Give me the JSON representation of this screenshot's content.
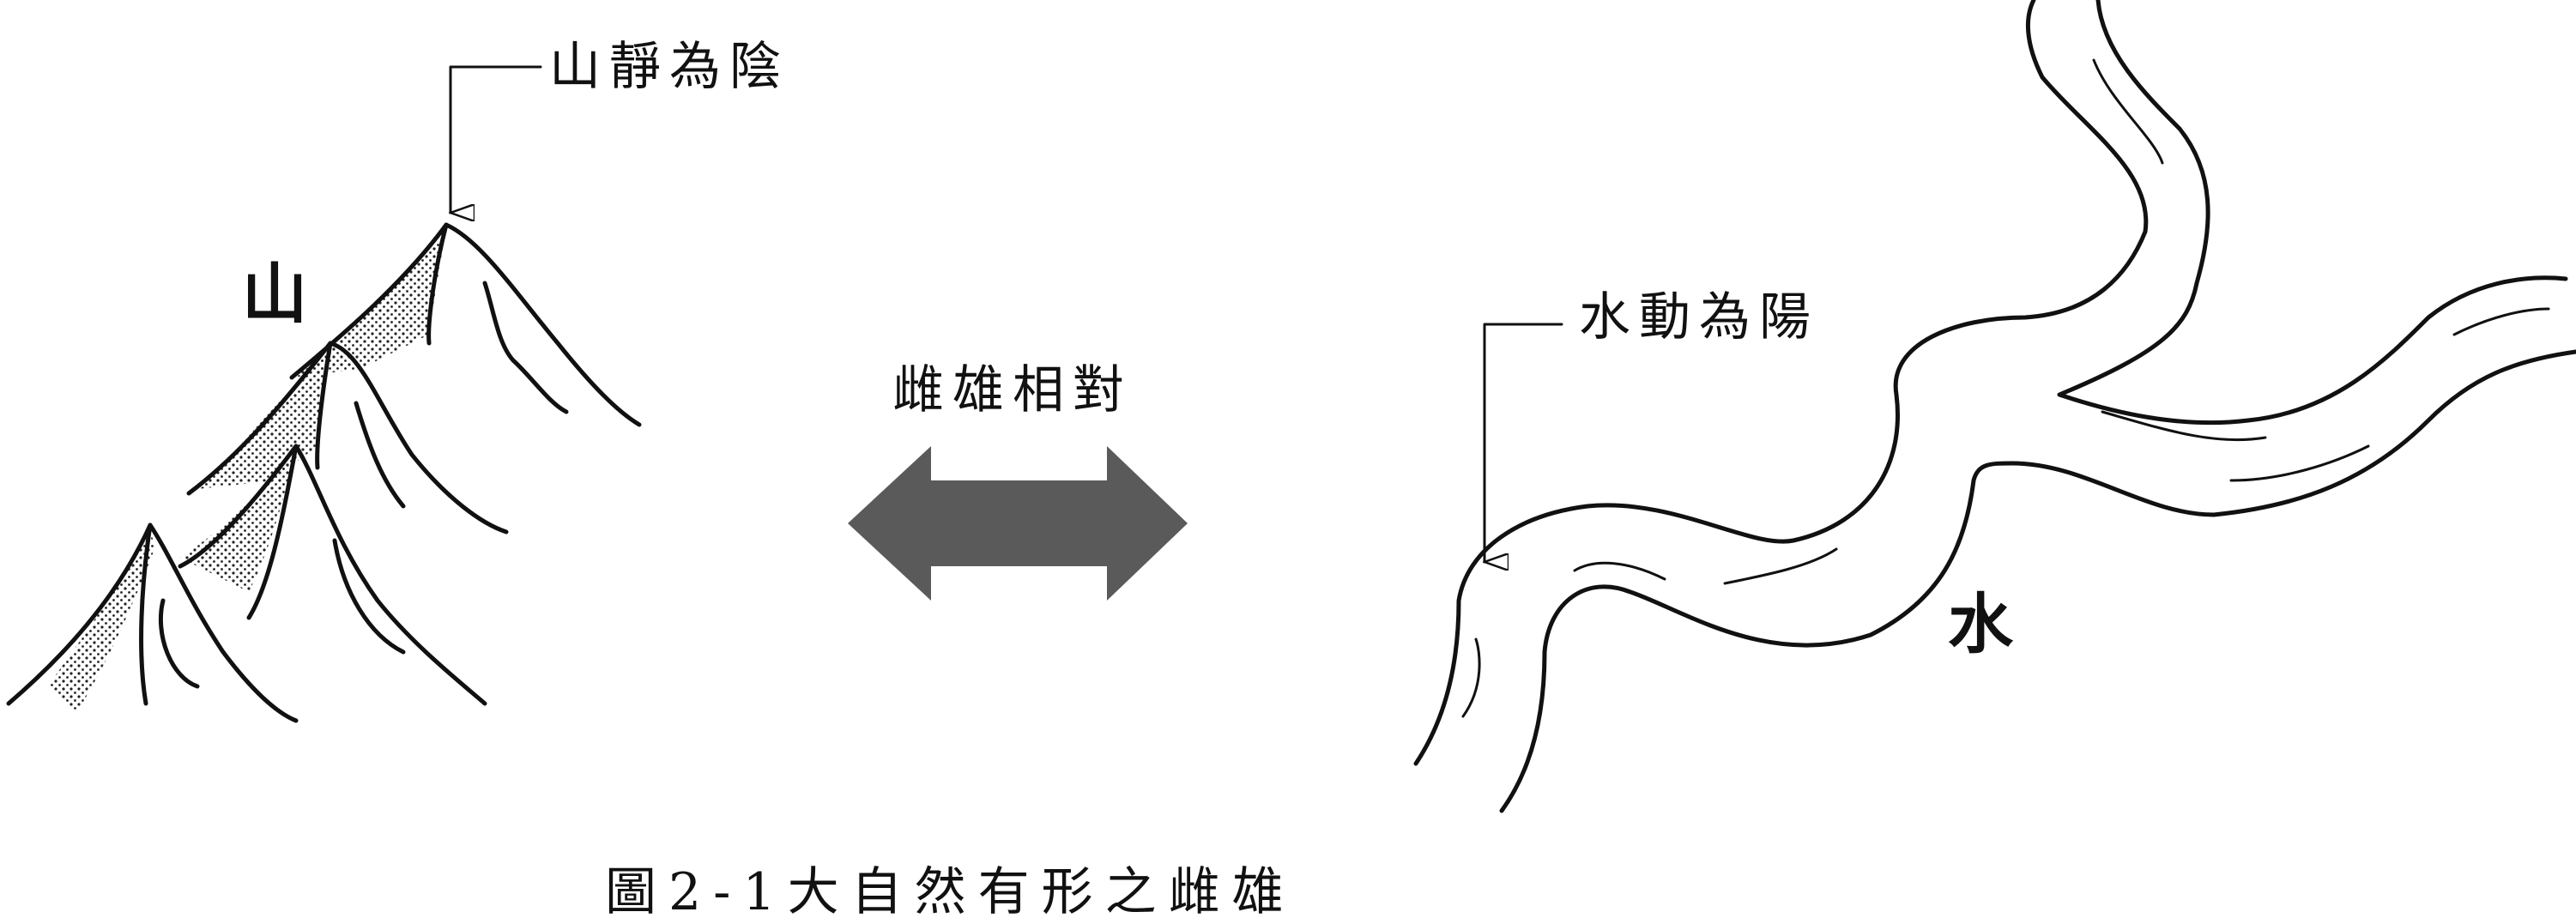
{
  "labels": {
    "mountain": "山",
    "mountain_note": "山靜為陰",
    "relation": "雌雄相對",
    "water_note": "水動為陽",
    "water": "水"
  },
  "caption": "圖2-1大自然有形之雌雄",
  "colors": {
    "ink": "#111111",
    "arrow_fill": "#5a5a5a",
    "stipple": "#222222",
    "background": "#ffffff"
  }
}
